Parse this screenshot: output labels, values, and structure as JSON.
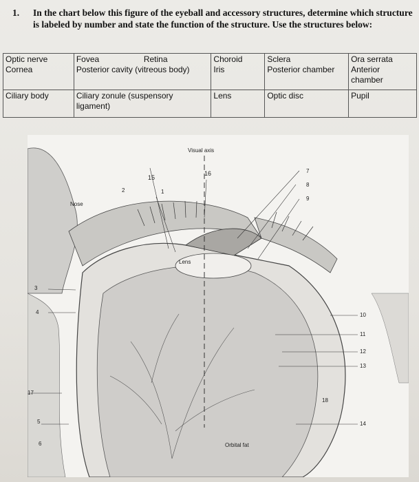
{
  "question": {
    "number": "1.",
    "text": "In the chart below this figure of the eyeball and accessory structures, determine which structure is labeled by number and state the function of the structure. Use the structures below:"
  },
  "terms_table": {
    "rows": [
      [
        "Optic nerve\nCornea",
        "Fovea\nPosterior cavity (vitreous body)",
        "Retina",
        "Choroid\nIris",
        "Sclera\nPosterior chamber",
        "Ora serrata\nAnterior chamber"
      ],
      [
        "Ciliary body",
        "Ciliary zonule (suspensory ligament)",
        "",
        "Lens",
        "Optic disc",
        "Pupil"
      ]
    ]
  },
  "figure": {
    "labels": {
      "visual_axis": "Visual axis",
      "nose": "Nose",
      "lens": "Lens",
      "orbital_fat": "Orbital fat"
    },
    "numbers": [
      "1",
      "2",
      "3",
      "4",
      "5",
      "6",
      "7",
      "8",
      "9",
      "10",
      "11",
      "12",
      "13",
      "14",
      "15",
      "16",
      "17",
      "18"
    ]
  }
}
